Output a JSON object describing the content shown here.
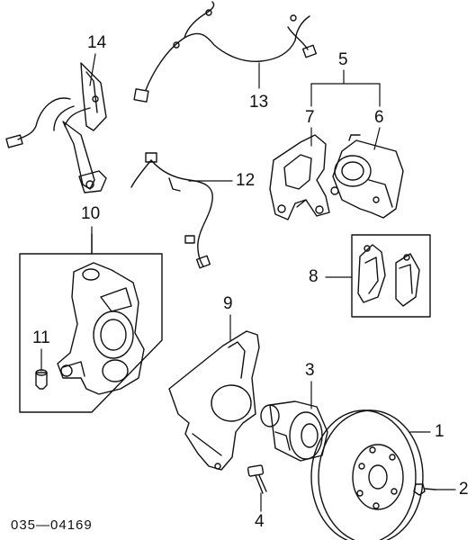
{
  "diagram": {
    "callouts": {
      "n1": "1",
      "n2": "2",
      "n3": "3",
      "n4": "4",
      "n5": "5",
      "n6": "6",
      "n7": "7",
      "n8": "8",
      "n9": "9",
      "n10": "10",
      "n11": "11",
      "n12": "12",
      "n13": "13",
      "n14": "14"
    },
    "code": "035—04169"
  },
  "colors": {
    "line": "#111111",
    "background": "#ffffff"
  }
}
